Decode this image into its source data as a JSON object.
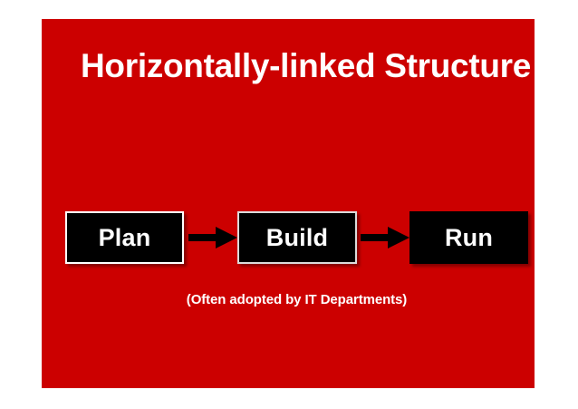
{
  "slide": {
    "title": "Horizontally-linked Structure",
    "subtitle": "(Often adopted by IT Departments)",
    "background_color": "#ffffff",
    "panel_color": "#cc0000",
    "text_color": "#ffffff",
    "box_fill_color": "#000000"
  },
  "flow": {
    "boxes": [
      {
        "label": "Plan",
        "border_color": "#ffffff"
      },
      {
        "label": "Build",
        "border_color": "#dcdcdc"
      },
      {
        "label": "Run",
        "border_color": "#000000"
      }
    ],
    "arrows": [
      {
        "name": "arrow-plan-to-build",
        "direction": "right",
        "color": "#000000"
      },
      {
        "name": "arrow-build-to-run",
        "direction": "right",
        "color": "#000000"
      }
    ]
  }
}
